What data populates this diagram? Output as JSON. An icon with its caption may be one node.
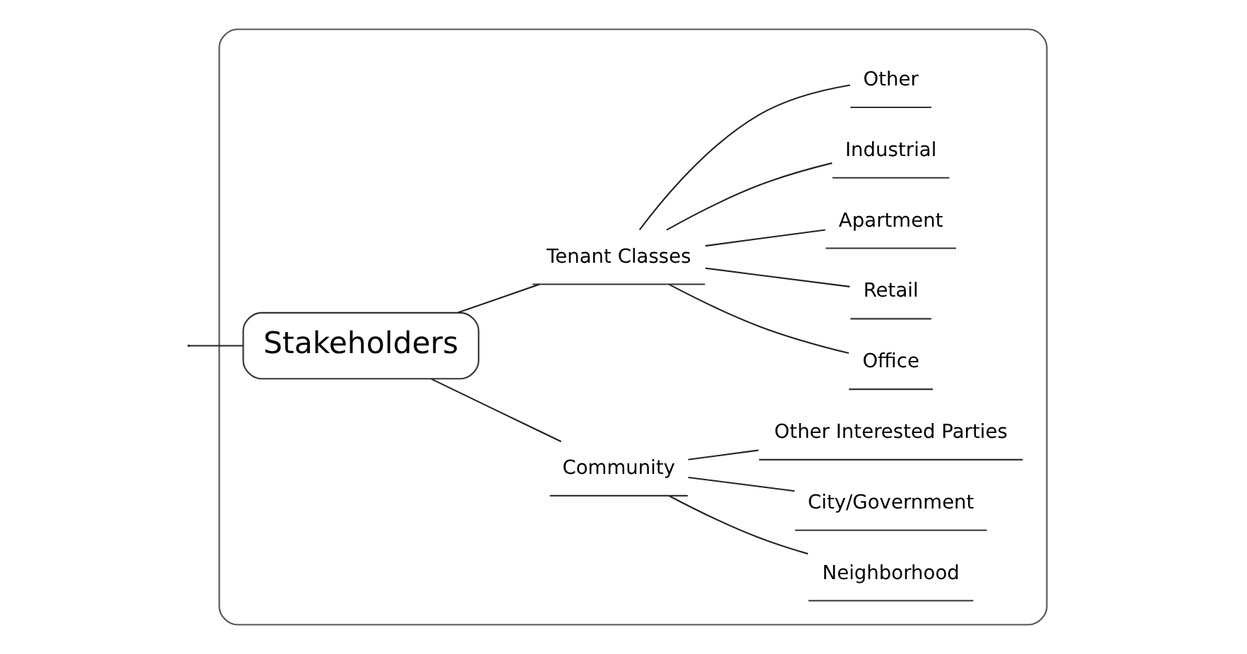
{
  "diagram": {
    "nodes": [
      {
        "text": [],
        "shape": "box"
      },
      {
        "text": [
          "Stakeholders"
        ],
        "in": 0
      },
      {
        "text": [
          "Community"
        ],
        "in": 0
      },
      {
        "text": [
          "Neighborhood"
        ],
        "in": 0
      },
      {
        "text": [
          "City/Government"
        ],
        "in": 0
      },
      {
        "text": [
          "Other Interested Parties"
        ],
        "in": 0
      },
      {
        "text": [
          "Tenant Classes"
        ],
        "in": 0
      },
      {
        "text": [
          "Office"
        ],
        "in": 0
      },
      {
        "text": [
          "Retail"
        ],
        "in": 0
      },
      {
        "text": [
          "Apartment"
        ],
        "in": 0
      },
      {
        "text": [
          "Industrial"
        ],
        "in": 0
      },
      {
        "text": [
          "Other"
        ],
        "in": 0
      }
    ],
    "edges": [
      {
        "from": null,
        "to": 1,
        "arrow": "none"
      },
      {
        "from": 1,
        "to": 2,
        "arrow": "none"
      },
      {
        "from": 1,
        "to": 6,
        "arrow": "none"
      },
      {
        "from": 2,
        "to": 3,
        "arrow": "none"
      },
      {
        "from": 2,
        "to": 4,
        "arrow": "none"
      },
      {
        "from": 2,
        "to": 5,
        "arrow": "none"
      },
      {
        "from": 6,
        "to": 7,
        "arrow": "none"
      },
      {
        "from": 6,
        "to": 8,
        "arrow": "none"
      },
      {
        "from": 6,
        "to": 9,
        "arrow": "none"
      },
      {
        "from": 6,
        "to": 10,
        "arrow": "none"
      },
      {
        "from": 6,
        "to": 11,
        "arrow": "none"
      }
    ]
  }
}
